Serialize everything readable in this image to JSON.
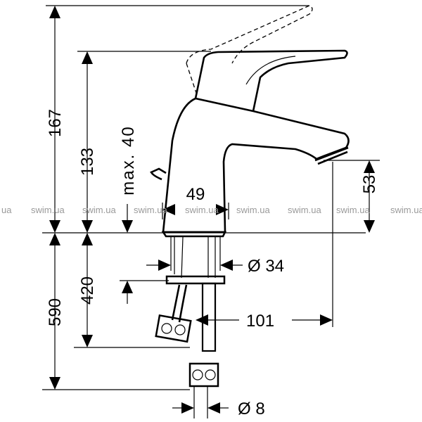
{
  "dimensions": {
    "d167": "167",
    "d133": "133",
    "max40": "max. 40",
    "d49": "49",
    "d53": "53",
    "d590": "590",
    "d420": "420",
    "dia34": "Ø 34",
    "d101": "101",
    "dia8": "Ø 8"
  },
  "watermark": [
    "ua",
    "swim.ua",
    "swim.ua",
    "swim.ua",
    "swim.ua",
    "swim.ua",
    "swim.ua",
    "swim.ua",
    "swim.ua"
  ]
}
